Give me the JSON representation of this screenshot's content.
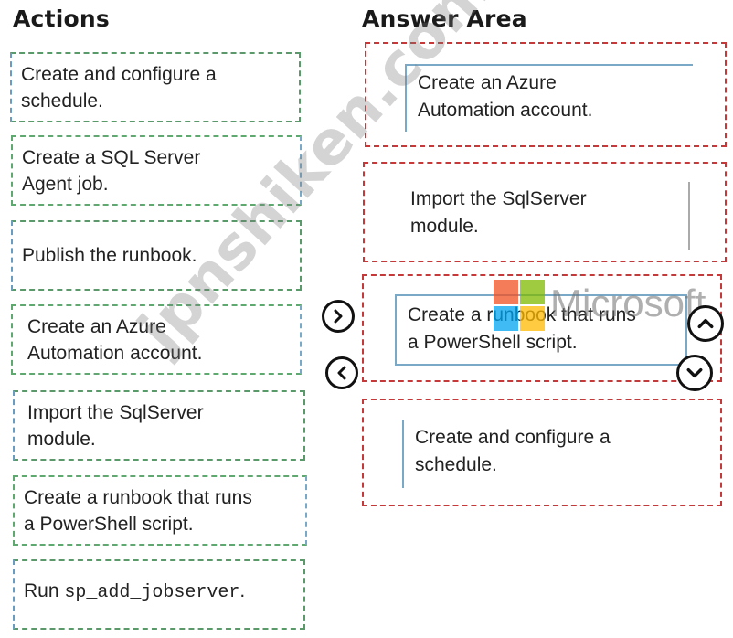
{
  "actions_heading": "Actions",
  "answer_heading": "Answer Area",
  "actions": [
    {
      "line1": "Create and configure a",
      "line2": "schedule."
    },
    {
      "line1": "Create a SQL Server",
      "line2": "Agent job."
    },
    {
      "line1": "Publish the runbook.",
      "line2": ""
    },
    {
      "line1": "Create an Azure",
      "line2": "Automation account."
    },
    {
      "line1": "Import the SqlServer",
      "line2": "module."
    },
    {
      "line1": "Create a runbook that runs",
      "line2": "a PowerShell script."
    },
    {
      "prefix": "Run ",
      "code": "sp_add_jobserver",
      "suffix": "."
    }
  ],
  "answer_area": [
    {
      "line1": "Create an Azure",
      "line2": "Automation account."
    },
    {
      "line1": "Import the SqlServer",
      "line2": "module."
    },
    {
      "line1": "Create a runbook that runs",
      "line2": "a PowerShell script."
    },
    {
      "line1": "Create and configure a",
      "line2": "schedule."
    }
  ],
  "controls": {
    "move_right_icon": "chevron-right-icon",
    "move_left_icon": "chevron-left-icon",
    "move_up_icon": "chevron-up-icon",
    "move_down_icon": "chevron-down-icon"
  },
  "watermark_text": "jpnshiken.com",
  "logo_text": "Microsoft",
  "colors": {
    "answer_border": "#c43a3a",
    "action_border": "#5a9a6a",
    "card_accent": "#7aa9c8",
    "ms_red": "#f25022",
    "ms_green": "#7fba00",
    "ms_blue": "#00a4ef",
    "ms_yellow": "#ffb900"
  }
}
